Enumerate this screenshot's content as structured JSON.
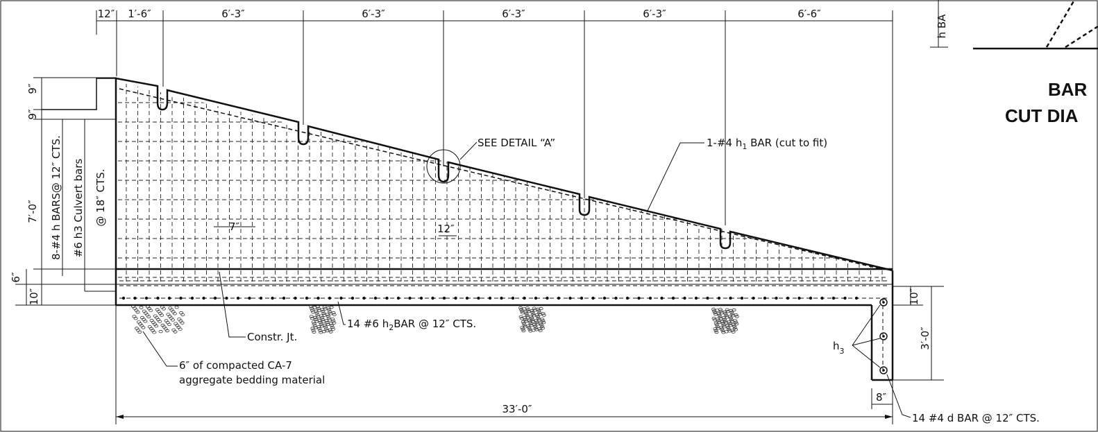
{
  "top_dimensions": [
    "12″",
    "1′-6″",
    "6′-3″",
    "6′-3″",
    "6′-3″",
    "6′-3″",
    "6′-6″"
  ],
  "left_dimensions": {
    "d_9a": "9″",
    "d_9b": "9″",
    "d_7": "7′-0″",
    "d_6": "6″",
    "d_10": "10″"
  },
  "vertical_notes": {
    "h_bars": "8-#4 h BARS@ 12″ CTS.",
    "culvert_1": "#6 h3 Culvert bars",
    "culvert_2": "@ 18″ CTS."
  },
  "callouts": {
    "detail": "SEE DETAIL “A”",
    "h1_bar": "1-#4 h",
    "h1_sub": "1",
    "h1_rest": " BAR (cut to fit)",
    "spacing_7": "7″",
    "spacing_12": "12″",
    "h2_pre": "14 #6 h",
    "h2_sub": "2",
    "h2_rest": "BAR @ 12″ CTS.",
    "constr_jt": "Constr. Jt.",
    "bedding_1": "6″ of compacted CA-7",
    "bedding_2": "aggregate bedding material",
    "h3": "h",
    "h3_sub": "3",
    "d_bar": "14 #4 d BAR @ 12″ CTS."
  },
  "right_dimensions": {
    "d_10": "10″",
    "d_3": "3′-0″",
    "d_8": "8″"
  },
  "bottom_dimension": "33′-0″",
  "inset": {
    "label": "h BA",
    "title_1": "BAR",
    "title_2": "CUT DIA"
  }
}
